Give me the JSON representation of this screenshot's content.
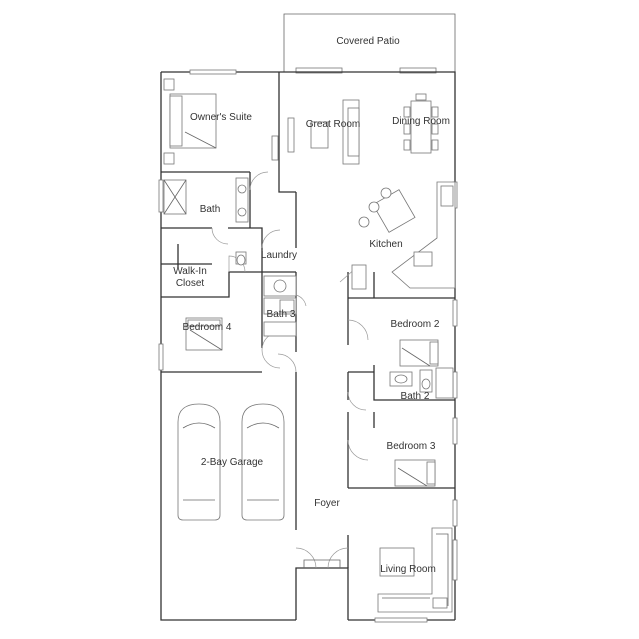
{
  "rooms": {
    "covered_patio": "Covered Patio",
    "owners_suite": "Owner's Suite",
    "great_room": "Great Room",
    "dining_room": "Dining Room",
    "bath": "Bath",
    "kitchen": "Kitchen",
    "laundry": "Laundry",
    "walk_in_closet_line1": "Walk-In",
    "walk_in_closet_line2": "Closet",
    "bedroom_4": "Bedroom 4",
    "bath_3": "Bath 3",
    "bedroom_2": "Bedroom 2",
    "bath_2": "Bath 2",
    "bedroom_3": "Bedroom 3",
    "garage": "2-Bay Garage",
    "foyer": "Foyer",
    "living_room": "Living Room"
  },
  "colors": {
    "wall": "#333333",
    "fixture": "#777777",
    "background": "#ffffff"
  }
}
